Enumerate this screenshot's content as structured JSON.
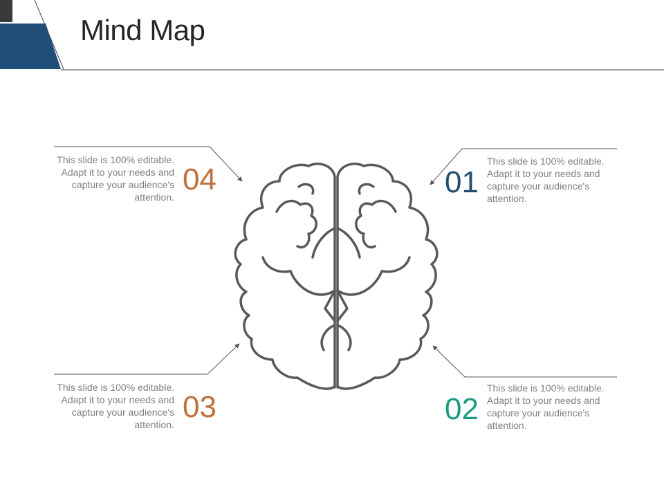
{
  "slide": {
    "title": "Mind Map",
    "accent_dark": "#1f4e79",
    "accent_gray": "#3a3a3a",
    "line_color": "#555555",
    "brain_stroke": "#595959"
  },
  "items": [
    {
      "id": "01",
      "number": "01",
      "color": "#1f4e6e",
      "text": "This slide is 100% editable. Adapt it to your needs and capture your audience's attention."
    },
    {
      "id": "02",
      "number": "02",
      "color": "#1a9a82",
      "text": "This slide is 100% editable. Adapt it to your needs and capture your audience's attention."
    },
    {
      "id": "03",
      "number": "03",
      "color": "#c0703c",
      "text": "This slide is 100% editable. Adapt it to your needs and capture your audience's attention."
    },
    {
      "id": "04",
      "number": "04",
      "color": "#c0703c",
      "text": "This slide is 100% editable. Adapt it to your needs and capture your audience's attention."
    }
  ],
  "icons": {
    "center": "brain-icon"
  }
}
